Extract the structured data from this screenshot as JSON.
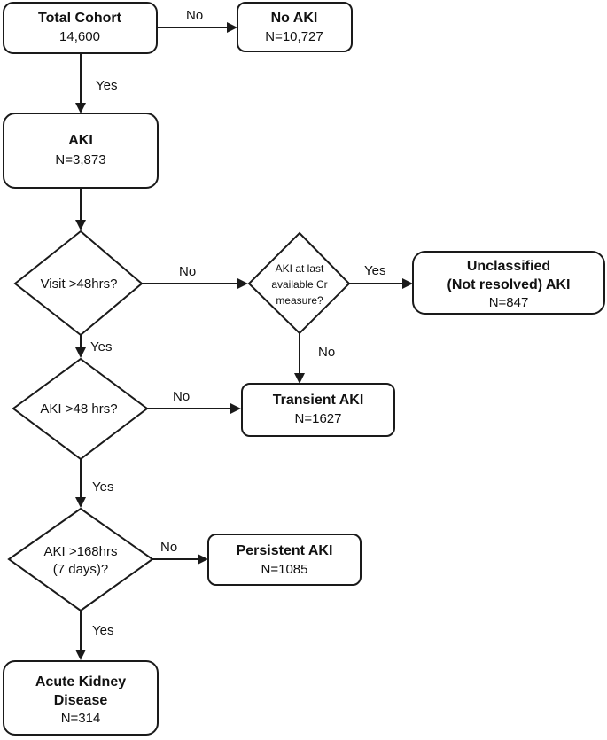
{
  "nodes": {
    "total_cohort": {
      "title": "Total Cohort",
      "value": "14,600"
    },
    "no_aki": {
      "title": "No AKI",
      "value": "N=10,727"
    },
    "aki": {
      "title": "AKI",
      "value": "N=3,873"
    },
    "visit_48": {
      "line1": "Visit >48hrs?"
    },
    "aki_last_cr": {
      "line1": "AKI at last",
      "line2": "available Cr",
      "line3": "measure?"
    },
    "unclassified": {
      "title_line1": "Unclassified",
      "title_line2": "(Not resolved) AKI",
      "value": "N=847"
    },
    "aki_48": {
      "line1": "AKI >48 hrs?"
    },
    "transient": {
      "title": "Transient AKI",
      "value": "N=1627"
    },
    "aki_168": {
      "line1": "AKI >168hrs",
      "line2": "(7 days)?"
    },
    "persistent": {
      "title": "Persistent AKI",
      "value": "N=1085"
    },
    "akd": {
      "title_line1": "Acute Kidney",
      "title_line2": "Disease",
      "value": "N=314"
    }
  },
  "edges": {
    "total_to_noaki": "No",
    "total_to_aki": "Yes",
    "visit_to_lastcr": "No",
    "lastcr_to_unclassified": "Yes",
    "lastcr_to_transient": "No",
    "visit_to_aki48": "Yes",
    "aki48_to_transient": "No",
    "aki48_to_aki168": "Yes",
    "aki168_to_persistent": "No",
    "aki168_to_akd": "Yes"
  }
}
